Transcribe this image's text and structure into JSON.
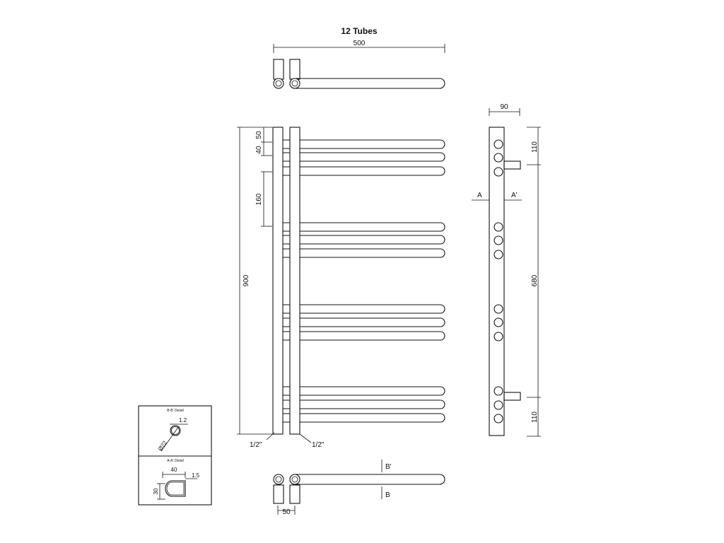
{
  "title": "12 Tubes",
  "dims": {
    "width_top": "500",
    "height_total": "900",
    "gap_top": "50",
    "spacing_small": "40",
    "spacing_large": "160",
    "depth": "90",
    "top_margin": "110",
    "center_distance": "680",
    "bottom_margin": "110",
    "tube_offset": "50"
  },
  "labels": {
    "pipe_left": "1/2\"",
    "pipe_right": "1/2\"",
    "section_a": "A",
    "section_a_prime": "A'",
    "section_b": "B",
    "section_b_prime": "B'"
  },
  "detail_bb": {
    "title": "B-B' Detail",
    "wall": "1.2",
    "diameter": "Ø22"
  },
  "detail_aa": {
    "title": "A-A' Detail",
    "width": "40",
    "height": "30",
    "wall": "1.5"
  }
}
